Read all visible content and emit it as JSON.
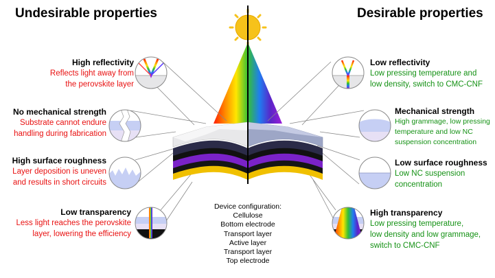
{
  "headings": {
    "left": "Undesirable properties",
    "right": "Desirable properties"
  },
  "left": [
    {
      "title": "High reflectivity",
      "desc_lines": [
        "Reflects light away from",
        "the perovskite layer"
      ]
    },
    {
      "title": "No mechanical strength",
      "desc_lines": [
        "Substrate cannot endure",
        "handling during fabrication"
      ]
    },
    {
      "title": "High surface roughness",
      "desc_lines": [
        "Layer deposition is uneven",
        "and results in short circuits"
      ]
    },
    {
      "title": "Low transparency",
      "desc_lines": [
        "Less light reaches the perovskite",
        "layer, lowering the efficiency"
      ]
    }
  ],
  "right": [
    {
      "title": "Low reflectivity",
      "desc_lines": [
        "Low pressing temperature and",
        "low density, switch to CMC-CNF"
      ]
    },
    {
      "title": "Mechanical strength",
      "desc_lines": [
        "High grammage, low pressing",
        "temperature and low NC",
        "suspension concentration"
      ]
    },
    {
      "title": "Low surface roughness",
      "desc_lines": [
        "Low NC suspension",
        "concentration"
      ]
    },
    {
      "title": "High transparency",
      "desc_lines": [
        "Low pressing temperature,",
        "low density and low grammage,",
        "switch to CMC-CNF"
      ]
    }
  ],
  "device": {
    "title": "Device configuration:",
    "layers": [
      "Cellulose",
      "Bottom electrode",
      "Transport layer",
      "Active layer",
      "Transport layer",
      "Top electrode"
    ]
  },
  "colors": {
    "negative_text": "#e81010",
    "positive_text": "#149114",
    "sun": "#f6c21a",
    "cellulose": "#d9d9dc",
    "bottom_electrode": "#2b2b45",
    "transport_layer": "#111111",
    "active_layer": "#7a22c8",
    "top_electrode": "#f0c000",
    "substrate_fill": "#b8c2ee"
  },
  "icons": [
    "sun-icon",
    "light-spectrum-cone-icon",
    "reflection-circle-icon",
    "fracture-circle-icon",
    "rough-surface-circle-icon",
    "transmission-circle-icon"
  ]
}
